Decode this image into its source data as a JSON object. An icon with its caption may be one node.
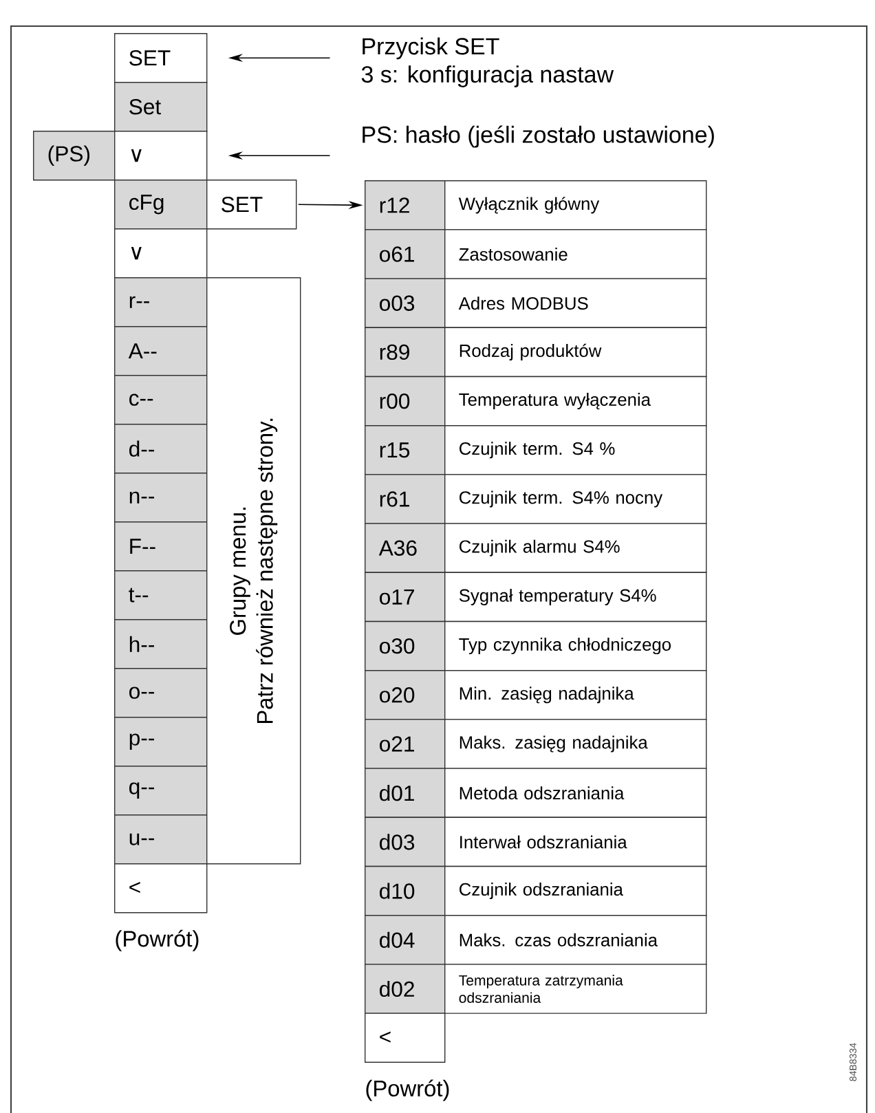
{
  "diagram": {
    "nodes": [
      {
        "text": [
          "SET"
        ]
      },
      {
        "text": [
          "Set"
        ]
      },
      {
        "text": [
          "(PS)"
        ]
      },
      {
        "text": [
          "∨"
        ]
      },
      {
        "text": [
          "Przycisk SET",
          "3 s: konfiguracja nastaw"
        ]
      },
      {
        "text": [
          "PS: hasło (jeśli zostało ustawione)"
        ]
      },
      {
        "text": [
          "cFg"
        ]
      },
      {
        "text": [
          "SET"
        ]
      },
      {
        "text": [
          "∨"
        ]
      },
      {
        "text": [
          "r--"
        ]
      },
      {
        "text": [
          "A--"
        ]
      },
      {
        "text": [
          "c--"
        ]
      },
      {
        "text": [
          "d--"
        ]
      },
      {
        "text": [
          "n--"
        ]
      },
      {
        "text": [
          "F--"
        ]
      },
      {
        "text": [
          "t--"
        ]
      },
      {
        "text": [
          "h--"
        ]
      },
      {
        "text": [
          "o--"
        ]
      },
      {
        "text": [
          "p--"
        ]
      },
      {
        "text": [
          "q--"
        ]
      },
      {
        "text": [
          "u--"
        ]
      },
      {
        "text": [
          "<"
        ],
        "beside": [
          "(Powrót)"
        ]
      },
      {
        "text": [
          "Grupy menu.",
          "Patrz również następne strony."
        ]
      },
      {
        "text": [
          "r12"
        ]
      },
      {
        "text": [
          "Wyłącznik główny"
        ]
      },
      {
        "text": [
          "o61"
        ]
      },
      {
        "text": [
          "Zastosowanie"
        ]
      },
      {
        "text": [
          "o03"
        ]
      },
      {
        "text": [
          "Adres MODBUS"
        ]
      },
      {
        "text": [
          "r89"
        ]
      },
      {
        "text": [
          "Rodzaj produktów"
        ]
      },
      {
        "text": [
          "r00"
        ]
      },
      {
        "text": [
          "Temperatura wyłączenia"
        ]
      },
      {
        "text": [
          "r15"
        ]
      },
      {
        "text": [
          "Czujnik term. S4 %"
        ]
      },
      {
        "text": [
          "r61"
        ]
      },
      {
        "text": [
          "Czujnik term. S4% nocny"
        ]
      },
      {
        "text": [
          "A36"
        ]
      },
      {
        "text": [
          "Czujnik alarmu S4%"
        ]
      },
      {
        "text": [
          "o17"
        ]
      },
      {
        "text": [
          "Sygnał temperatury S4%"
        ]
      },
      {
        "text": [
          "o30"
        ]
      },
      {
        "text": [
          "Typ czynnika chłodniczego"
        ]
      },
      {
        "text": [
          "o20"
        ]
      },
      {
        "text": [
          "Min. zasięg nadajnika"
        ]
      },
      {
        "text": [
          "o21"
        ]
      },
      {
        "text": [
          "Maks. zasięg nadajnika"
        ]
      },
      {
        "text": [
          "d01"
        ]
      },
      {
        "text": [
          "Metoda odszraniania"
        ]
      },
      {
        "text": [
          "d03"
        ]
      },
      {
        "text": [
          "Interwał odszraniania"
        ]
      },
      {
        "text": [
          "d10"
        ]
      },
      {
        "text": [
          "Czujnik odszraniania"
        ]
      },
      {
        "text": [
          "d04"
        ]
      },
      {
        "text": [
          "Maks. czas odszraniania"
        ]
      },
      {
        "text": [
          "d02"
        ]
      },
      {
        "text": [
          "Temperatura zatrzymania odszraniania"
        ]
      },
      {
        "text": [
          "<"
        ],
        "beside": [
          "(Powrót)"
        ]
      }
    ],
    "edges": [
      {
        "from": 4,
        "to": 0,
        "arrow": "to"
      },
      {
        "from": 5,
        "to": 3,
        "arrow": "to"
      },
      {
        "from": 7,
        "to": 23,
        "arrow": "to"
      }
    ],
    "labels": [
      "84B8334"
    ]
  }
}
